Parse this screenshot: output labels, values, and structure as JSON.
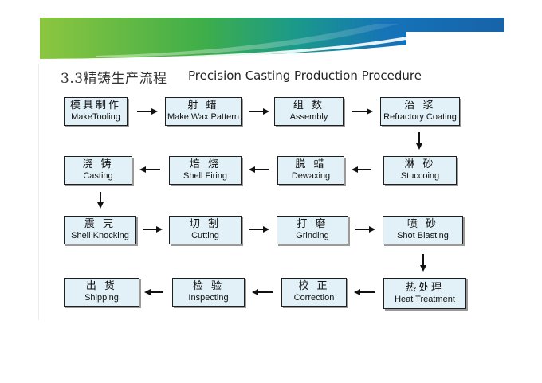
{
  "title": {
    "cn": "3.3精铸生产流程",
    "en": "Precision Casting Production Procedure"
  },
  "steps": [
    {
      "cn": "模具制作",
      "en": "MakeTooling"
    },
    {
      "cn": "射 蜡",
      "en": "Make Wax Pattern"
    },
    {
      "cn": "组 数",
      "en": "Assembly"
    },
    {
      "cn": "治 浆",
      "en": "Refractory Coating"
    },
    {
      "cn": "淋 砂",
      "en": "Stuccoing"
    },
    {
      "cn": "脱 蜡",
      "en": "Dewaxing"
    },
    {
      "cn": "焙 烧",
      "en": "Shell Firing"
    },
    {
      "cn": "浇 铸",
      "en": "Casting"
    },
    {
      "cn": "震 壳",
      "en": "Shell Knocking"
    },
    {
      "cn": "切 割",
      "en": "Cutting"
    },
    {
      "cn": "打 磨",
      "en": "Grinding"
    },
    {
      "cn": "喷 砂",
      "en": "Shot Blasting"
    },
    {
      "cn": "热处理",
      "en": "Heat Treatment"
    },
    {
      "cn": "校 正",
      "en": "Correction"
    },
    {
      "cn": "检 验",
      "en": "Inspecting"
    },
    {
      "cn": "出 货",
      "en": "Shipping"
    }
  ],
  "colors": {
    "box_fill": "#e2f1f8",
    "box_border": "#1f1f1f",
    "banner_green": "#5bb846",
    "banner_blue": "#1763a8"
  }
}
